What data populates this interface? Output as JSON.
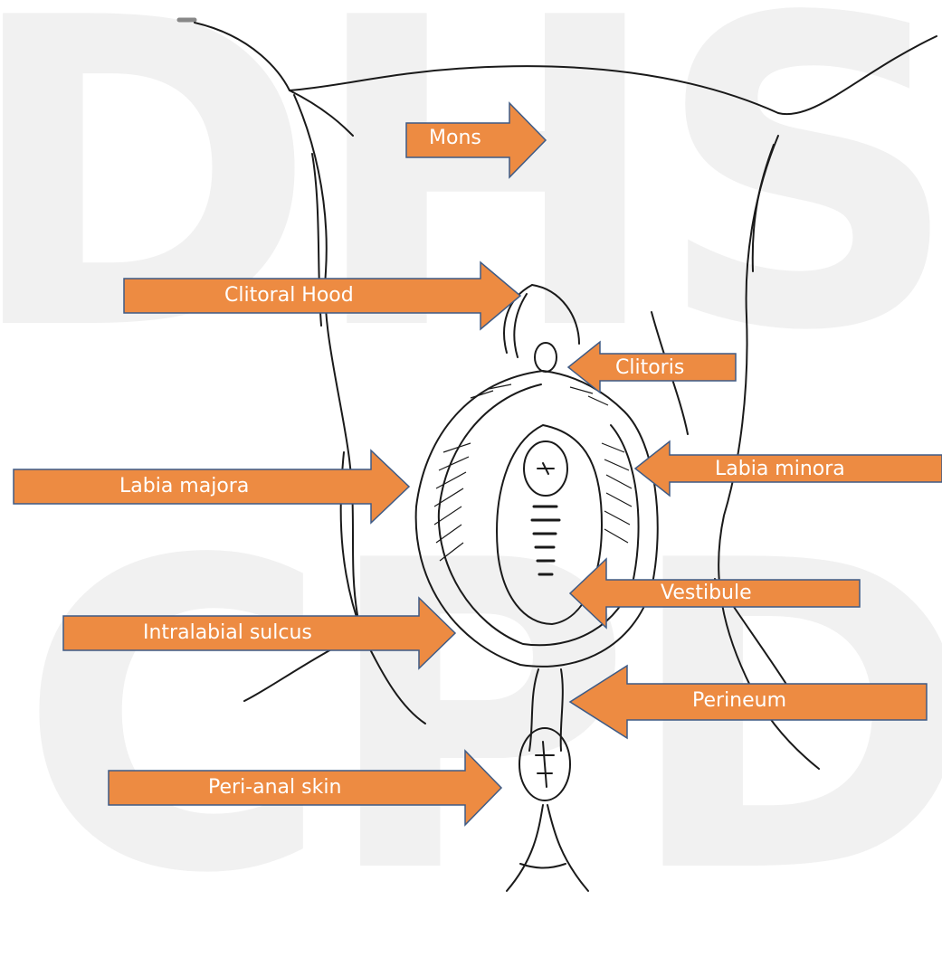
{
  "watermark": {
    "top": "DHS",
    "bottom": "CPD"
  },
  "colors": {
    "arrow_fill": "#ED8B42",
    "arrow_stroke": "#3E5B86",
    "line": "#1a1a1a",
    "watermark": "#f1f1f1"
  },
  "labels": {
    "mons": "Mons",
    "clitoral_hood": "Clitoral Hood",
    "clitoris": "Clitoris",
    "labia_majora": "Labia majora",
    "labia_minora": "Labia minora",
    "vestibule": "Vestibule",
    "intralabial_sulcus": "Intralabial sulcus",
    "perineum": "Perineum",
    "peri_anal_skin": "Peri-anal skin"
  }
}
